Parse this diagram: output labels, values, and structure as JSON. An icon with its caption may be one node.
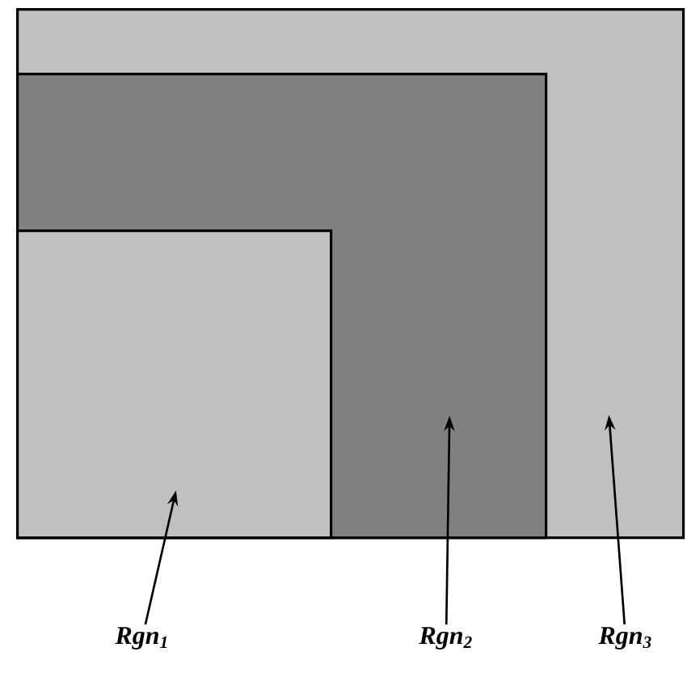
{
  "diagram": {
    "nodes": [
      {
        "text": [],
        "shape": "box"
      },
      {
        "text": [],
        "shape": "box",
        "in": 0
      },
      {
        "text": [],
        "shape": "box",
        "in": 1
      },
      {
        "text": [
          "Rgn$_{1}$"
        ]
      },
      {
        "text": [
          "Rgn$_{2}$"
        ]
      },
      {
        "text": [
          "Rgn$_{3}$"
        ]
      }
    ],
    "edges": [
      {
        "from": 3,
        "to": 2,
        "arrow": "to"
      },
      {
        "from": 4,
        "to": 1,
        "arrow": "to"
      },
      {
        "from": 5,
        "to": 0,
        "arrow": "to"
      }
    ]
  }
}
